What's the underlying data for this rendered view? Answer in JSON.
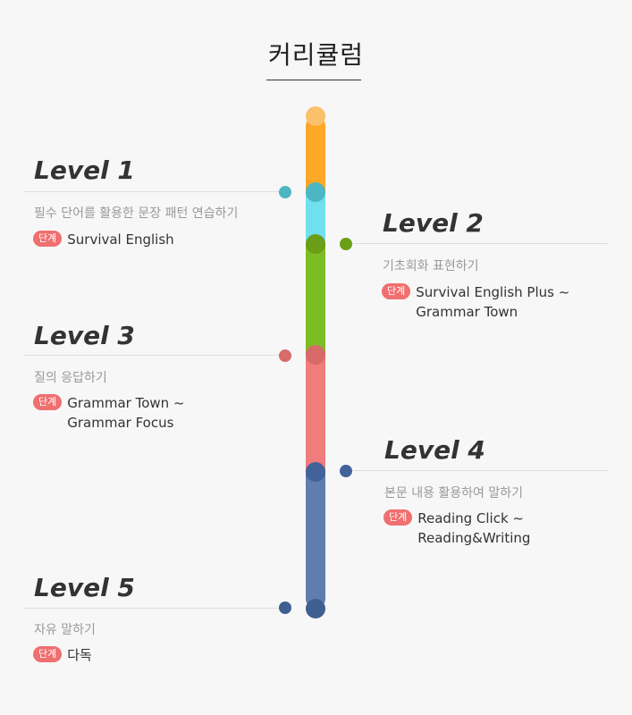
{
  "title": "커리큘럼",
  "badge_label": "단계",
  "colors": {
    "start_cap": "#fbc16a",
    "seg1": "#ffa726",
    "seg2": "#6ee0ee",
    "seg3": "#7cbd24",
    "seg4": "#f07c7c",
    "seg5": "#607db0",
    "node1": "#4db6c3",
    "node2": "#6a9e16",
    "node3": "#d86a6a",
    "node4": "#42629a",
    "node5": "#3f5f91",
    "badge": "#f06f6f"
  },
  "levels": [
    {
      "title": "Level 1",
      "description": "필수 단어를 활용한 문장 패턴 연습하기",
      "stage_lines": [
        "Survival English"
      ]
    },
    {
      "title": "Level 2",
      "description": "기초회화 표현하기",
      "stage_lines": [
        "Survival English Plus ~",
        "Grammar Town"
      ]
    },
    {
      "title": "Level 3",
      "description": "질의 응답하기",
      "stage_lines": [
        "Grammar Town ~",
        "Grammar Focus"
      ]
    },
    {
      "title": "Level 4",
      "description": "본문 내용 활용하여 말하기",
      "stage_lines": [
        "Reading Click ~",
        "Reading&Writing"
      ]
    },
    {
      "title": "Level 5",
      "description": "자유 말하기",
      "stage_lines": [
        "다독"
      ]
    }
  ]
}
